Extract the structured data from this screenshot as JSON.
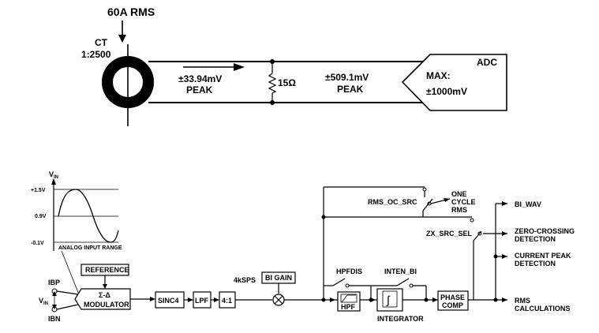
{
  "top": {
    "current_label": "60A RMS",
    "ct_label": "CT",
    "ct_ratio": "1:2500",
    "v_mv": "±33.94mV",
    "v_peak": "PEAK",
    "resistor": "15Ω",
    "v509": "±509.1mV",
    "v509_peak": "PEAK",
    "adc": "ADC",
    "max": "MAX:",
    "max_val": "±1000mV"
  },
  "bottom": {
    "vin_top": "V",
    "vin_top_sub": "IN",
    "tick_high": "+1.5V",
    "tick_mid": "0.9V",
    "tick_low": "-0.1V",
    "analog_range": "ANALOG INPUT RANGE",
    "reference": "REFERENCE",
    "sigma_delta": "Σ-Δ",
    "modulator": "MODULATOR",
    "ibp": "IBP",
    "vin_left": "V",
    "vin_left_sub": "IN",
    "ibn": "IBN",
    "sinc4": "SINC4",
    "lpf": "LPF",
    "decim": "4:1",
    "ksps": "4kSPS",
    "bi_gain": "BI GAIN",
    "hpfdis": "HPFDIS",
    "hpf": "HPF",
    "inten_bi": "INTEN_BI",
    "integrator": "INTEGRATOR",
    "phase": "PHASE",
    "comp": "COMP",
    "rms_oc_src": "RMS_OC_SRC",
    "one": "ONE",
    "cycle": "CYCLE",
    "rms": "RMS",
    "zx_src_sel": "ZX_SRC_SEL",
    "bi_wav": "BI_WAV",
    "zero_crossing": "ZERO-CROSSING",
    "detection": "DETECTION",
    "current_peak": "CURRENT PEAK",
    "detection2": "DETECTION",
    "rms_out": "RMS",
    "calculations": "CALCULATIONS"
  }
}
